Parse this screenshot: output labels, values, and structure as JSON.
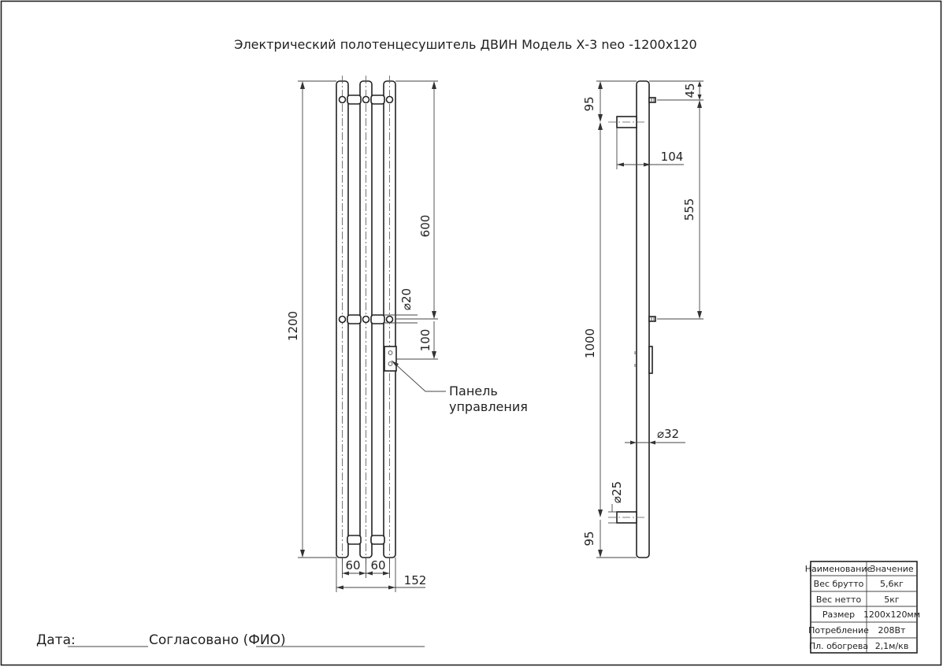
{
  "title": "Электрический полотенцесушитель ДВИН Модель Х-3 neo -1200х120",
  "front_view": {
    "dim_height": "1200",
    "dim_upper_span": "600",
    "dim_pipe_diameter": "⌀20",
    "dim_panel_offset": "100",
    "dim_spacing_left": "60",
    "dim_spacing_right": "60",
    "dim_total_width": "152",
    "callout_line1": "Панель",
    "callout_line2": "управления"
  },
  "side_view": {
    "dim_top_offset": "95",
    "dim_mount_top": "45",
    "dim_depth": "104",
    "dim_mount_spacing": "555",
    "dim_bracket_spacing": "1000",
    "dim_body_diameter": "⌀32",
    "dim_bracket_diameter": "⌀25",
    "dim_bottom_offset": "95"
  },
  "spec_table": {
    "headers": [
      "Наименование",
      "Значение"
    ],
    "rows": [
      [
        "Вес брутто",
        "5,6кг"
      ],
      [
        "Вес нетто",
        "5кг"
      ],
      [
        "Размер",
        "1200х120мм"
      ],
      [
        "Потребление",
        "208Вт"
      ],
      [
        "Пл. обогрева",
        "2,1м/кв"
      ]
    ]
  },
  "footer": {
    "date_label": "Дата:",
    "approved_label": "Согласовано (ФИО)"
  }
}
